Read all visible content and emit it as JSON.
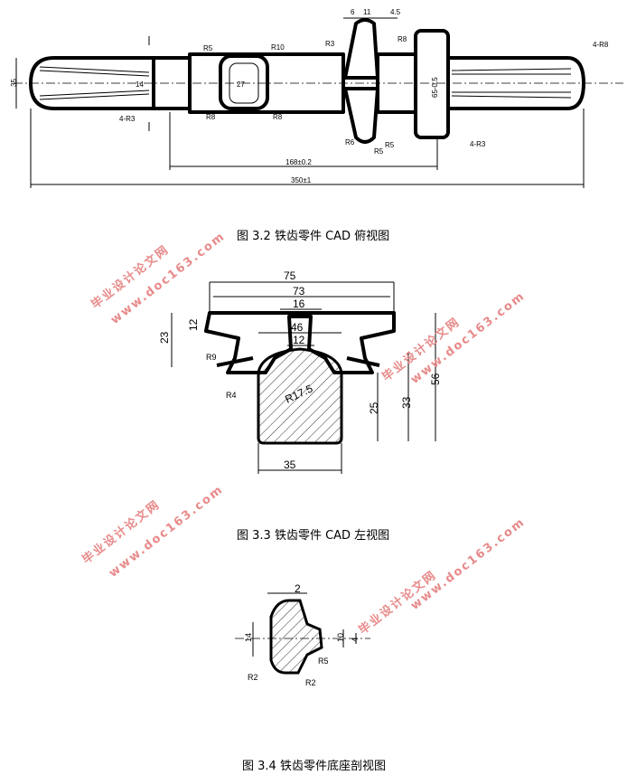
{
  "figures": [
    {
      "caption": "图 3.2  铁齿零件 CAD 俯视图",
      "dims": {
        "d35": "35",
        "d14": "14",
        "r5": "R5",
        "r10": "R10",
        "r8a": "R8",
        "r8b": "R8",
        "d27": "27",
        "r3": "R3",
        "r8c": "R8",
        "d6": "6",
        "d11": "11",
        "d45": "4.5",
        "r6": "R6",
        "r5b": "R5",
        "r5c": "R5",
        "d65": "65-0.5",
        "r8d": "4-R8",
        "r3b": "4-R3",
        "r3c": "4-R3",
        "d168": "168±0.2",
        "d350": "350±1"
      }
    },
    {
      "caption": "图 3.3  铁齿零件 CAD 左视图",
      "dims": {
        "d75": "75",
        "d73": "73",
        "d16": "16",
        "d12": "12",
        "d23": "23",
        "d46": "46",
        "d12b": "12",
        "r9": "R9",
        "r4": "R4",
        "r175": "R17.5",
        "d25": "25",
        "d33": "33",
        "d56": "56",
        "d35b": "35"
      }
    },
    {
      "caption": "图 3.4 铁齿零件底座剖视图",
      "dims": {
        "d2": "2",
        "d14c": "14",
        "d10": "10",
        "d4": "4",
        "r5d": "R5",
        "r2a": "R2",
        "r2b": "R2"
      }
    }
  ],
  "watermark": {
    "line1": "毕业设计论文网",
    "line2": "www.doc163.com"
  },
  "colors": {
    "watermark": "#e88a8a",
    "line": "#000000"
  }
}
